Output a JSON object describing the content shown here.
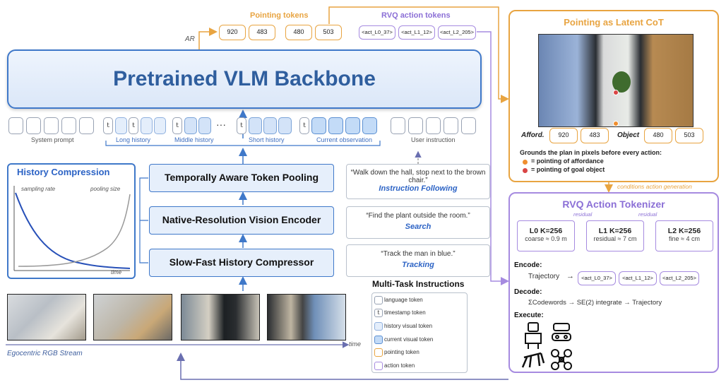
{
  "colors": {
    "accent_blue": "#3f78c9",
    "pointing_orange": "#e8a441",
    "action_purple": "#a68be0",
    "title_blue": "#2f5e9e"
  },
  "pointing_tokens": {
    "title": "Pointing tokens",
    "values": [
      "920",
      "483",
      "480",
      "503"
    ]
  },
  "rvq_tokens": {
    "title": "RVQ action tokens",
    "values": [
      "<act_L0_37>",
      "<act_L1_12>",
      "<act_L2_205>"
    ]
  },
  "ar_label": "AR",
  "backbone_title": "Pretrained VLM Backbone",
  "token_groups": {
    "system_prompt": "System prompt",
    "long_history": "Long history",
    "middle_history": "Middle history",
    "ellipsis": "···",
    "short_history": "Short history",
    "current_observation": "Current observation",
    "user_instruction": "User instruction",
    "timestamp_glyph": "t"
  },
  "history_compression": {
    "title": "History Compression",
    "sampling_rate": "sampling rate",
    "pooling_size": "pooling size",
    "time": "time"
  },
  "modules": [
    "Temporally Aware Token Pooling",
    "Native-Resolution Vision Encoder",
    "Slow-Fast History Compressor"
  ],
  "tasks": [
    {
      "text": "“Walk down the hall, stop next to the brown chair.”",
      "name": "Instruction Following"
    },
    {
      "text": "“Find the plant outside the room.”",
      "name": "Search"
    },
    {
      "text": "“Track the man in blue.”",
      "name": "Tracking"
    }
  ],
  "multi_task_title": "Multi-Task Instructions",
  "legend": [
    {
      "name": "language token",
      "icon": "language-token-icon"
    },
    {
      "name": "timestamp token",
      "icon": "timestamp-token-icon",
      "glyph": "t"
    },
    {
      "name": "history visual token",
      "icon": "history-visual-token-icon"
    },
    {
      "name": "current visual token",
      "icon": "current-visual-token-icon"
    },
    {
      "name": "pointing token",
      "icon": "pointing-token-icon"
    },
    {
      "name": "action token",
      "icon": "action-token-icon"
    }
  ],
  "stream": {
    "label": "Egocentric RGB Stream",
    "time": "time"
  },
  "pointing_panel": {
    "title": "Pointing as Latent CoT",
    "afford_label": "Afford.",
    "afford_values": [
      "920",
      "483"
    ],
    "object_label": "Object",
    "object_values": [
      "480",
      "503"
    ],
    "grounds_text": "Grounds the plan in pixels before every action:",
    "legend_affordance": "=  pointing of affordance",
    "legend_goal": "=  pointing of goal object"
  },
  "conditions_label": "conditions action generation",
  "rvq_panel": {
    "title": "RVQ Action Tokenizer",
    "residual": "residual",
    "levels": [
      {
        "head": "L0 K=256",
        "sub": "coarse ≈ 0.9 m"
      },
      {
        "head": "L1 K=256",
        "sub": "residual ≈ 7 cm"
      },
      {
        "head": "L2 K=256",
        "sub": "fine ≈ 4 cm"
      }
    ],
    "encode_label": "Encode:",
    "trajectory": "Trajectory",
    "arrow": "→",
    "encode_tokens": [
      "<act_L0_37>",
      "<act_L1_12>",
      "<act_L2_205>"
    ],
    "decode_label": "Decode:",
    "decode_text": "ΣCodewords → SE(2) integrate → Trajectory",
    "execute_label": "Execute:"
  }
}
